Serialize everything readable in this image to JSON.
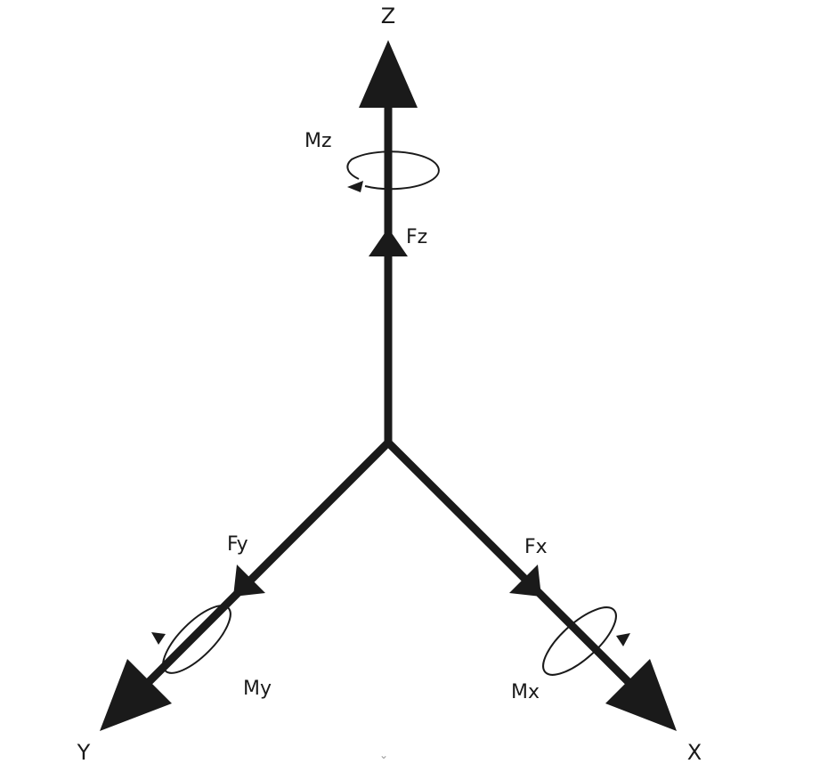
{
  "axes": {
    "z": {
      "label": "Z"
    },
    "y": {
      "label": "Y"
    },
    "x": {
      "label": "X"
    }
  },
  "forces": {
    "fz": {
      "label": "Fz"
    },
    "fy": {
      "label": "Fy"
    },
    "fx": {
      "label": "Fx"
    }
  },
  "moments": {
    "mz": {
      "label": "Mz"
    },
    "my": {
      "label": "My"
    },
    "mx": {
      "label": "Mx"
    }
  },
  "colors": {
    "stroke": "#1a1a1a",
    "background": "#ffffff"
  },
  "icons": {
    "scroll_hint": "chevron-down-icon"
  }
}
